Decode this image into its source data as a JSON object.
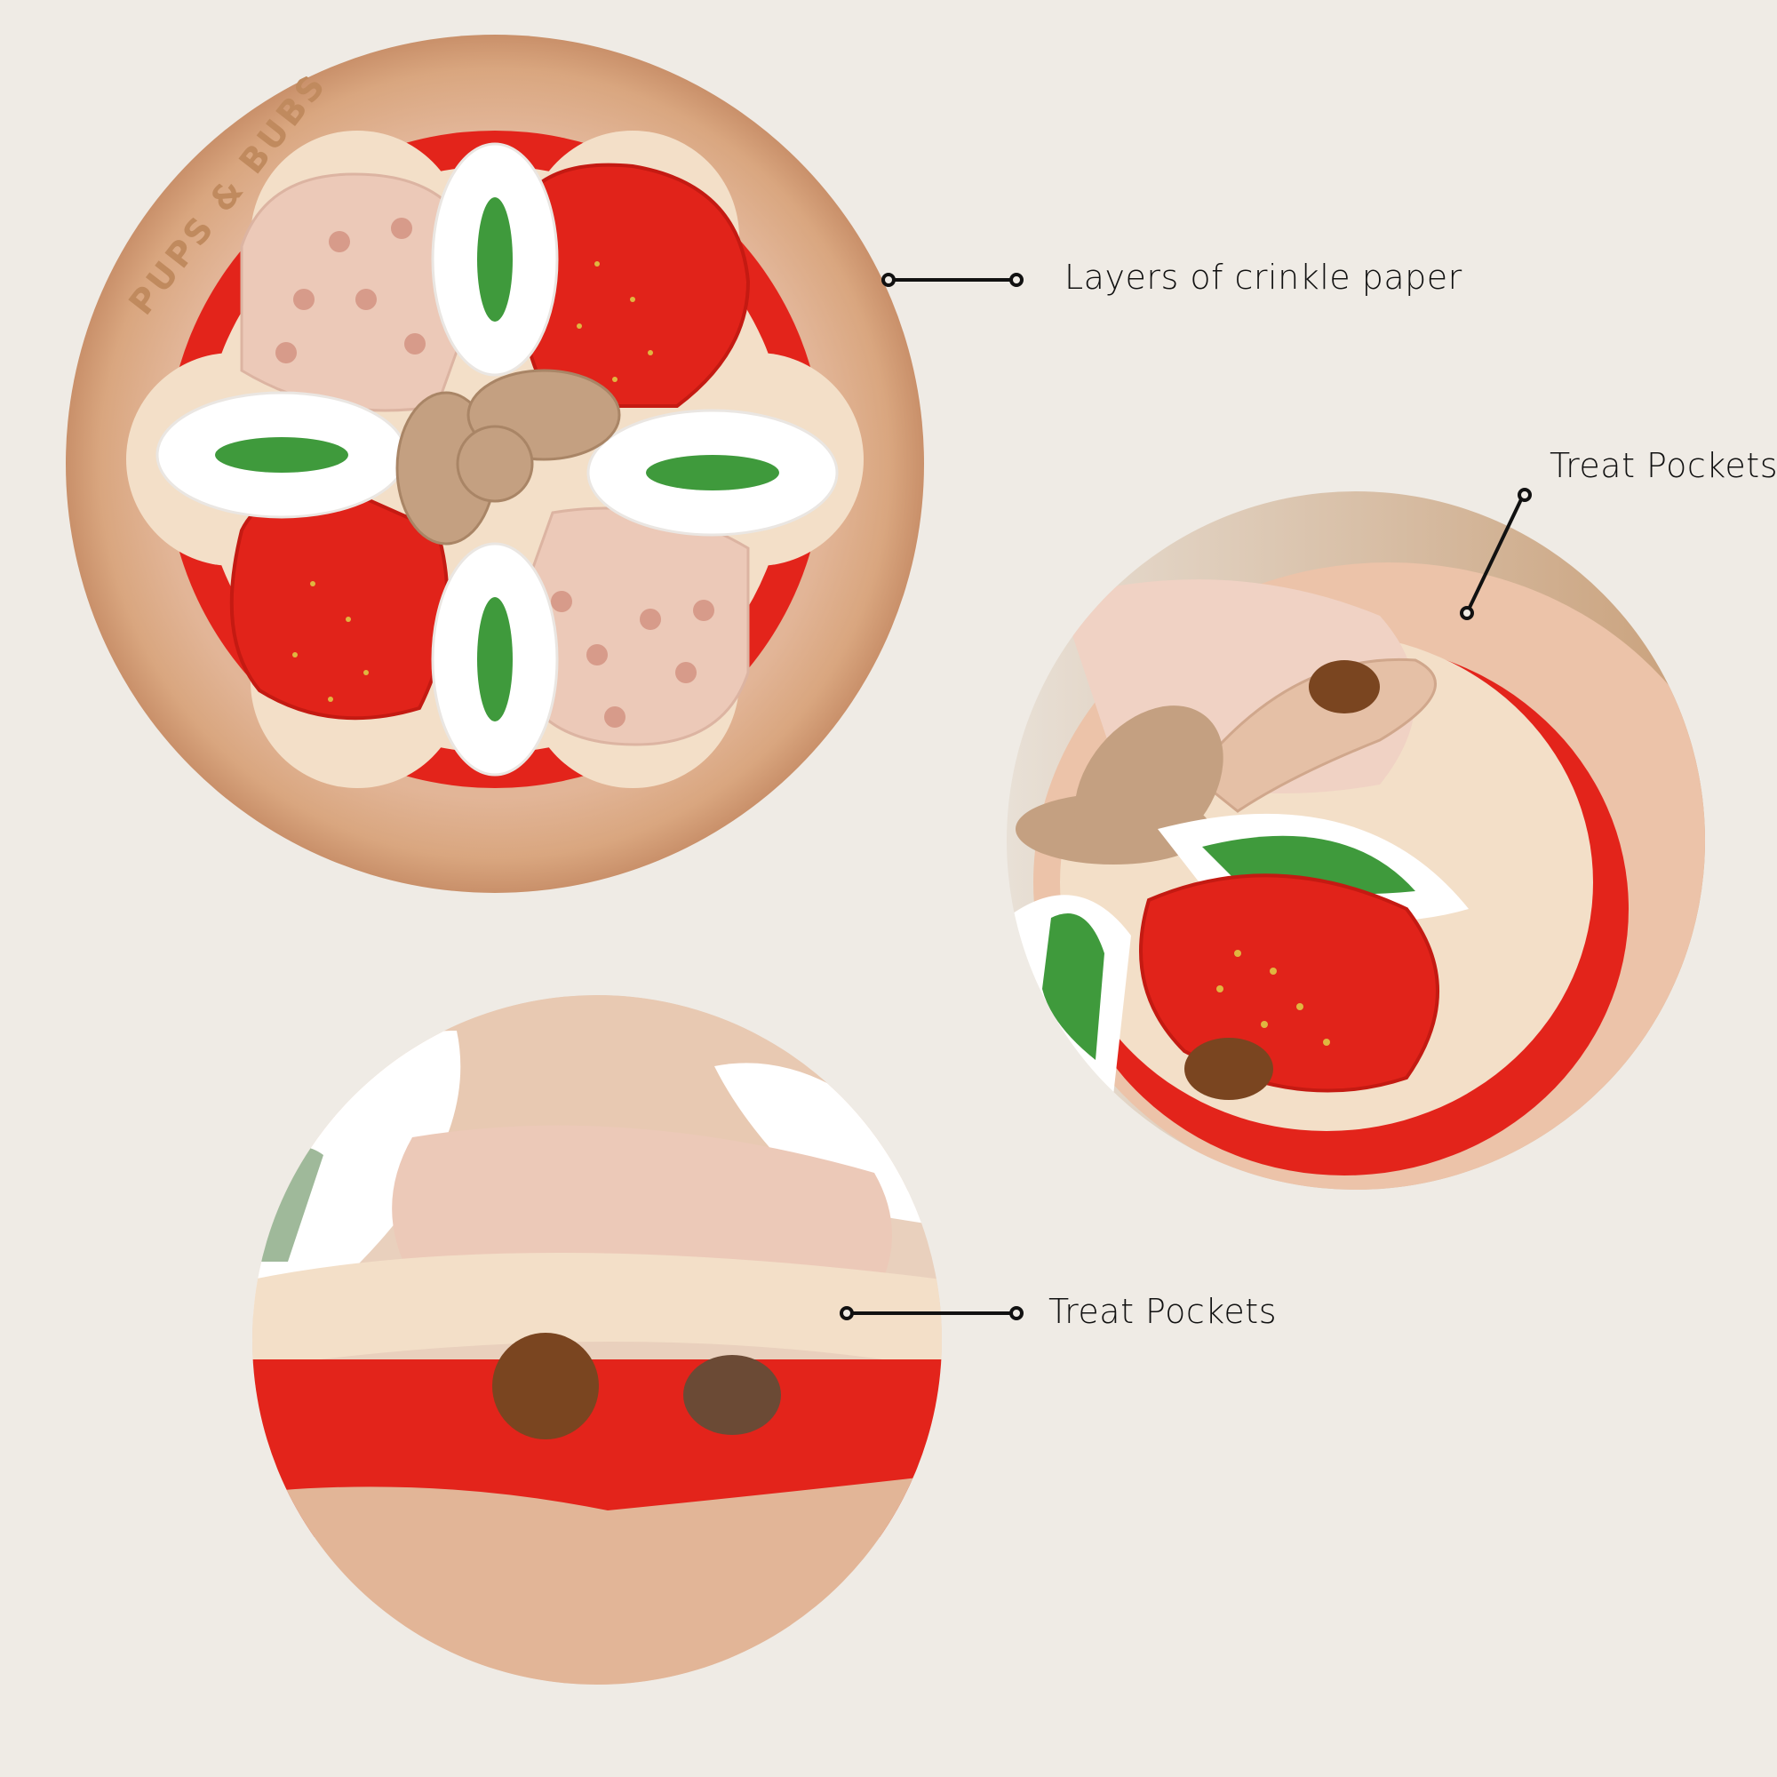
{
  "background_color": "#efebe5",
  "photos": [
    {
      "name": "pizza-toy-top-view",
      "description": "Plush pizza snuffle toy seen from above",
      "brand_embroidery": "PUPS & BUBS"
    },
    {
      "name": "pizza-toy-angled-view",
      "description": "Angled close-up of plush pizza with tomato flap lifted revealing treat"
    },
    {
      "name": "pizza-toy-side-view",
      "description": "Side close-up of crust layer lifted showing treats hidden underneath"
    }
  ],
  "callouts": [
    {
      "label": "Layers of crinkle paper"
    },
    {
      "label": "Treat Pockets"
    },
    {
      "label": "Treat Pockets"
    }
  ],
  "colors": {
    "crust": "#d9a886",
    "sauce": "#e0261c",
    "cheese": "#f3dfc8",
    "mozzarella": "#ffffff",
    "basil": "#3f9a3c",
    "pepperoni": "#ecc9b8",
    "mushroom": "#c4a081",
    "line": "#111111"
  }
}
